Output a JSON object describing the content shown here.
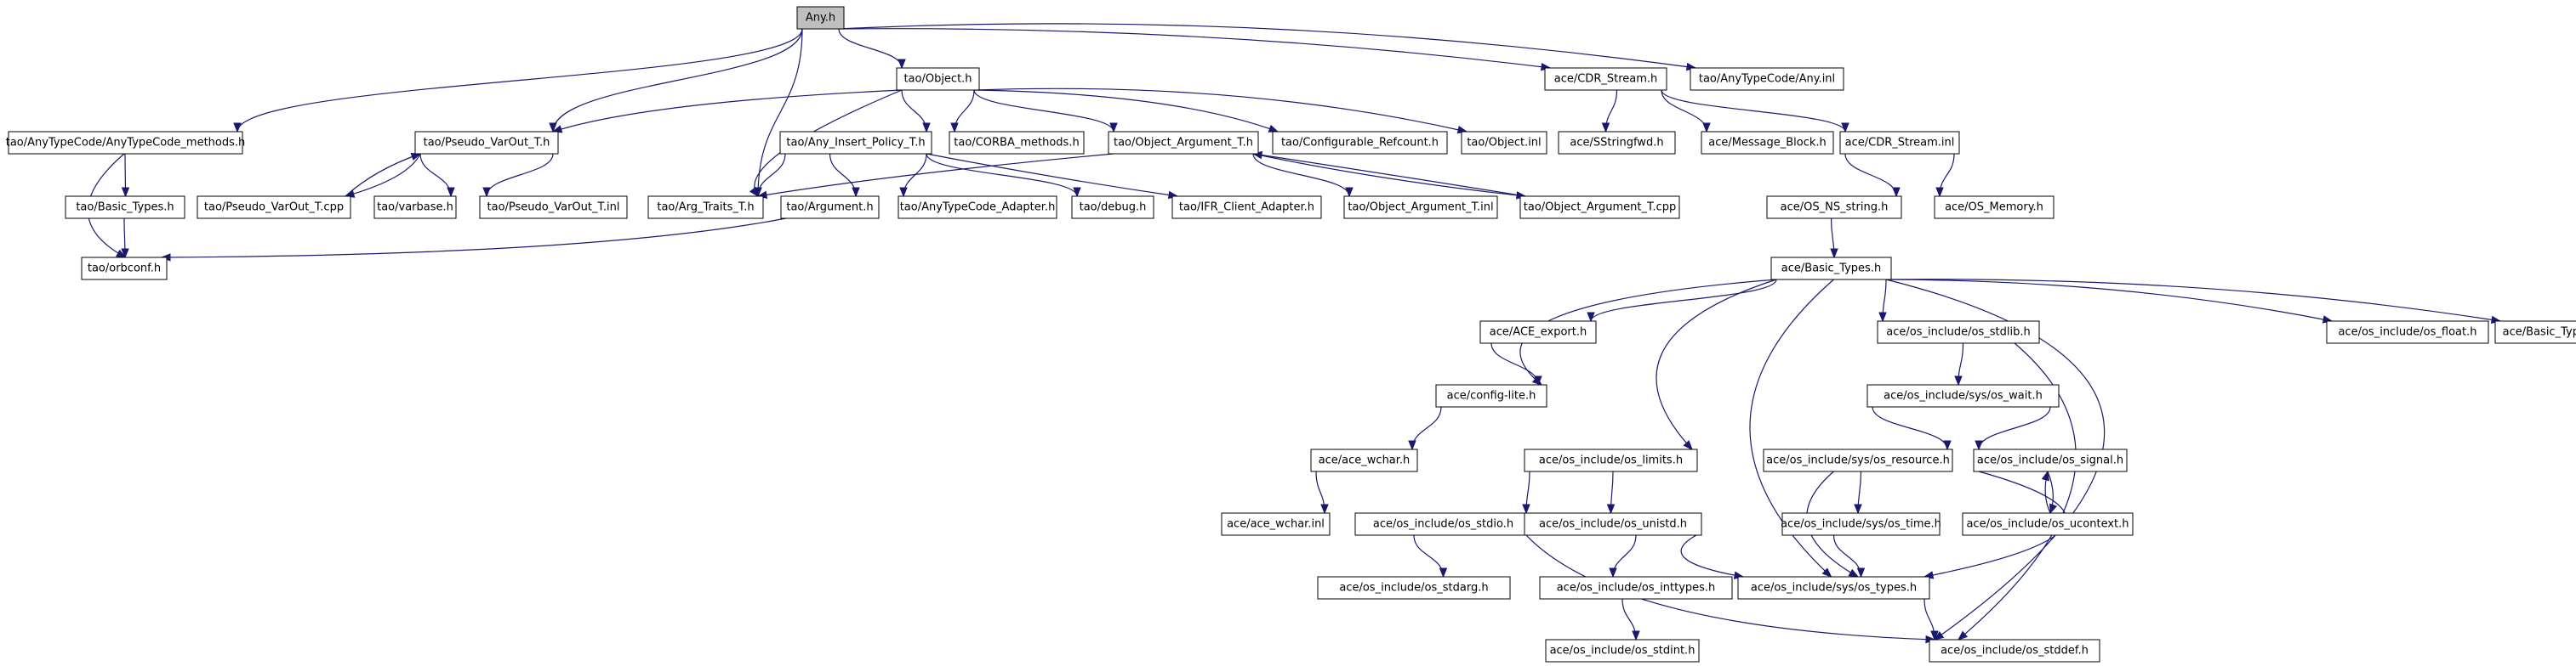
{
  "graph": {
    "nodes": [
      {
        "id": "any_h",
        "label": "Any.h",
        "root": true
      },
      {
        "id": "anytypecode_methods",
        "label": "tao/AnyTypeCode/AnyTypeCode_methods.h"
      },
      {
        "id": "tao_basic_types",
        "label": "tao/Basic_Types.h"
      },
      {
        "id": "orbconf",
        "label": "tao/orbconf.h"
      },
      {
        "id": "pseudo_varout_h",
        "label": "tao/Pseudo_VarOut_T.h"
      },
      {
        "id": "pseudo_varout_cpp",
        "label": "tao/Pseudo_VarOut_T.cpp"
      },
      {
        "id": "varbase",
        "label": "tao/varbase.h"
      },
      {
        "id": "pseudo_varout_inl",
        "label": "tao/Pseudo_VarOut_T.inl"
      },
      {
        "id": "object_h",
        "label": "tao/Object.h"
      },
      {
        "id": "arg_traits",
        "label": "tao/Arg_Traits_T.h"
      },
      {
        "id": "any_insert_policy",
        "label": "tao/Any_Insert_Policy_T.h"
      },
      {
        "id": "argument_h",
        "label": "tao/Argument.h"
      },
      {
        "id": "anytypecode_adapter",
        "label": "tao/AnyTypeCode_Adapter.h"
      },
      {
        "id": "debug_h",
        "label": "tao/debug.h"
      },
      {
        "id": "ifr_client",
        "label": "tao/IFR_Client_Adapter.h"
      },
      {
        "id": "corba_methods",
        "label": "tao/CORBA_methods.h"
      },
      {
        "id": "object_argument_h",
        "label": "tao/Object_Argument_T.h"
      },
      {
        "id": "object_argument_inl",
        "label": "tao/Object_Argument_T.inl"
      },
      {
        "id": "object_argument_cpp",
        "label": "tao/Object_Argument_T.cpp"
      },
      {
        "id": "configurable_refcount",
        "label": "tao/Configurable_Refcount.h"
      },
      {
        "id": "object_inl",
        "label": "tao/Object.inl"
      },
      {
        "id": "cdr_stream_h",
        "label": "ace/CDR_Stream.h"
      },
      {
        "id": "anytypecode_any_inl",
        "label": "tao/AnyTypeCode/Any.inl"
      },
      {
        "id": "sstringfwd",
        "label": "ace/SStringfwd.h"
      },
      {
        "id": "message_block",
        "label": "ace/Message_Block.h"
      },
      {
        "id": "cdr_stream_inl",
        "label": "ace/CDR_Stream.inl"
      },
      {
        "id": "os_ns_string",
        "label": "ace/OS_NS_string.h"
      },
      {
        "id": "os_memory",
        "label": "ace/OS_Memory.h"
      },
      {
        "id": "ace_basic_types",
        "label": "ace/Basic_Types.h"
      },
      {
        "id": "ace_export",
        "label": "ace/ACE_export.h"
      },
      {
        "id": "config_lite",
        "label": "ace/config-lite.h"
      },
      {
        "id": "ace_wchar_h",
        "label": "ace/ace_wchar.h"
      },
      {
        "id": "ace_wchar_inl",
        "label": "ace/ace_wchar.inl"
      },
      {
        "id": "os_limits",
        "label": "ace/os_include/os_limits.h"
      },
      {
        "id": "os_stdio",
        "label": "ace/os_include/os_stdio.h"
      },
      {
        "id": "os_stdarg",
        "label": "ace/os_include/os_stdarg.h"
      },
      {
        "id": "os_unistd",
        "label": "ace/os_include/os_unistd.h"
      },
      {
        "id": "os_inttypes",
        "label": "ace/os_include/os_inttypes.h"
      },
      {
        "id": "os_stdint",
        "label": "ace/os_include/os_stdint.h"
      },
      {
        "id": "os_stdlib",
        "label": "ace/os_include/os_stdlib.h"
      },
      {
        "id": "sys_os_wait",
        "label": "ace/os_include/sys/os_wait.h"
      },
      {
        "id": "sys_os_resource",
        "label": "ace/os_include/sys/os_resource.h"
      },
      {
        "id": "sys_os_time",
        "label": "ace/os_include/sys/os_time.h"
      },
      {
        "id": "os_signal",
        "label": "ace/os_include/os_signal.h"
      },
      {
        "id": "os_ucontext",
        "label": "ace/os_include/os_ucontext.h"
      },
      {
        "id": "sys_os_types",
        "label": "ace/os_include/sys/os_types.h"
      },
      {
        "id": "os_stddef",
        "label": "ace/os_include/os_stddef.h"
      },
      {
        "id": "os_float",
        "label": "ace/os_include/os_float.h"
      },
      {
        "id": "ace_basic_types_inl",
        "label": "ace/Basic_Types.inl"
      }
    ],
    "edges": [
      [
        "any_h",
        "anytypecode_methods"
      ],
      [
        "any_h",
        "pseudo_varout_h"
      ],
      [
        "any_h",
        "arg_traits"
      ],
      [
        "any_h",
        "object_h"
      ],
      [
        "any_h",
        "cdr_stream_h"
      ],
      [
        "any_h",
        "anytypecode_any_inl"
      ],
      [
        "anytypecode_methods",
        "tao_basic_types"
      ],
      [
        "anytypecode_methods",
        "orbconf"
      ],
      [
        "tao_basic_types",
        "orbconf"
      ],
      [
        "pseudo_varout_h",
        "pseudo_varout_cpp"
      ],
      [
        "pseudo_varout_h",
        "varbase"
      ],
      [
        "pseudo_varout_h",
        "pseudo_varout_inl"
      ],
      [
        "pseudo_varout_cpp",
        "pseudo_varout_h"
      ],
      [
        "object_h",
        "pseudo_varout_h"
      ],
      [
        "object_h",
        "arg_traits"
      ],
      [
        "object_h",
        "any_insert_policy"
      ],
      [
        "object_h",
        "corba_methods"
      ],
      [
        "object_h",
        "object_argument_h"
      ],
      [
        "object_h",
        "configurable_refcount"
      ],
      [
        "object_h",
        "object_inl"
      ],
      [
        "any_insert_policy",
        "arg_traits"
      ],
      [
        "any_insert_policy",
        "argument_h"
      ],
      [
        "any_insert_policy",
        "anytypecode_adapter"
      ],
      [
        "any_insert_policy",
        "debug_h"
      ],
      [
        "any_insert_policy",
        "ifr_client"
      ],
      [
        "argument_h",
        "orbconf"
      ],
      [
        "object_argument_h",
        "arg_traits"
      ],
      [
        "object_argument_h",
        "object_argument_inl"
      ],
      [
        "object_argument_h",
        "object_argument_cpp"
      ],
      [
        "object_argument_cpp",
        "object_argument_h"
      ],
      [
        "cdr_stream_h",
        "sstringfwd"
      ],
      [
        "cdr_stream_h",
        "message_block"
      ],
      [
        "cdr_stream_h",
        "cdr_stream_inl"
      ],
      [
        "cdr_stream_inl",
        "os_ns_string"
      ],
      [
        "cdr_stream_inl",
        "os_memory"
      ],
      [
        "os_ns_string",
        "ace_basic_types"
      ],
      [
        "ace_basic_types",
        "config_lite"
      ],
      [
        "ace_basic_types",
        "ace_export"
      ],
      [
        "ace_basic_types",
        "os_limits"
      ],
      [
        "ace_basic_types",
        "sys_os_types"
      ],
      [
        "ace_basic_types",
        "os_stdlib"
      ],
      [
        "ace_basic_types",
        "os_stddef"
      ],
      [
        "ace_basic_types",
        "os_float"
      ],
      [
        "ace_basic_types",
        "ace_basic_types_inl"
      ],
      [
        "ace_export",
        "config_lite"
      ],
      [
        "config_lite",
        "ace_wchar_h"
      ],
      [
        "ace_wchar_h",
        "ace_wchar_inl"
      ],
      [
        "os_limits",
        "os_stdio"
      ],
      [
        "os_limits",
        "os_unistd"
      ],
      [
        "os_stdio",
        "os_stdarg"
      ],
      [
        "os_stdio",
        "os_stddef"
      ],
      [
        "os_unistd",
        "os_inttypes"
      ],
      [
        "os_unistd",
        "sys_os_types"
      ],
      [
        "os_inttypes",
        "os_stdint"
      ],
      [
        "os_stdlib",
        "sys_os_wait"
      ],
      [
        "os_stdlib",
        "os_stddef"
      ],
      [
        "sys_os_wait",
        "sys_os_resource"
      ],
      [
        "sys_os_wait",
        "os_signal"
      ],
      [
        "sys_os_resource",
        "sys_os_time"
      ],
      [
        "sys_os_resource",
        "sys_os_types"
      ],
      [
        "sys_os_time",
        "sys_os_types"
      ],
      [
        "os_signal",
        "os_ucontext"
      ],
      [
        "os_signal",
        "sys_os_types"
      ],
      [
        "os_ucontext",
        "os_signal"
      ],
      [
        "sys_os_types",
        "os_stddef"
      ]
    ]
  }
}
